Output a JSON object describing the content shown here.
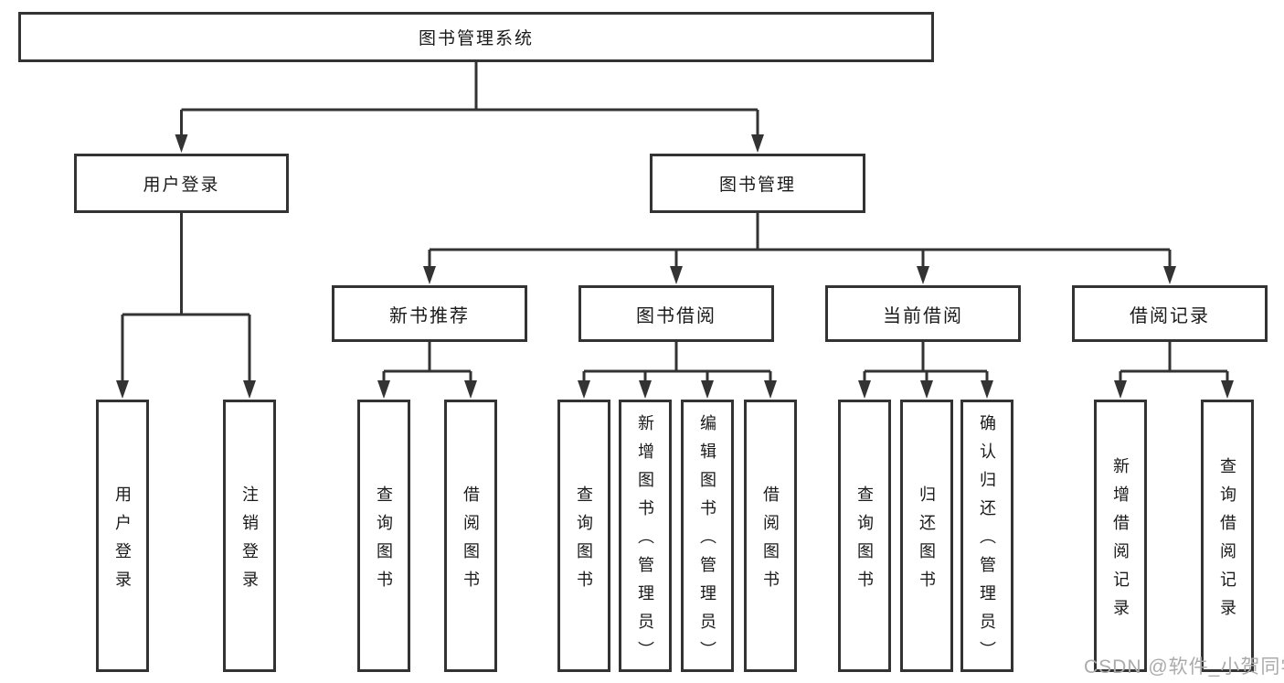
{
  "tree": {
    "label": "图书管理系统",
    "children": [
      {
        "label": "用户登录",
        "children": [
          {
            "label": "用户登录"
          },
          {
            "label": "注销登录"
          }
        ]
      },
      {
        "label": "图书管理",
        "children": [
          {
            "label": "新书推荐",
            "children": [
              {
                "label": "查询图书"
              },
              {
                "label": "借阅图书"
              }
            ]
          },
          {
            "label": "图书借阅",
            "children": [
              {
                "label": "查询图书"
              },
              {
                "label": "新增图书（管理员）"
              },
              {
                "label": "编辑图书（管理员）"
              },
              {
                "label": "借阅图书"
              }
            ]
          },
          {
            "label": "当前借阅",
            "children": [
              {
                "label": "查询图书"
              },
              {
                "label": "归还图书"
              },
              {
                "label": "确认归还（管理员）"
              }
            ]
          },
          {
            "label": "借阅记录",
            "children": [
              {
                "label": "新增借阅记录"
              },
              {
                "label": "查询借阅记录"
              }
            ]
          }
        ]
      }
    ]
  },
  "watermark": {
    "text": "CSDN @软件_小贺同学"
  },
  "colors": {
    "line": "#333333",
    "box_border": "#333333",
    "text": "#1a1a1a",
    "watermark": "#ababab",
    "background": "#ffffff"
  }
}
